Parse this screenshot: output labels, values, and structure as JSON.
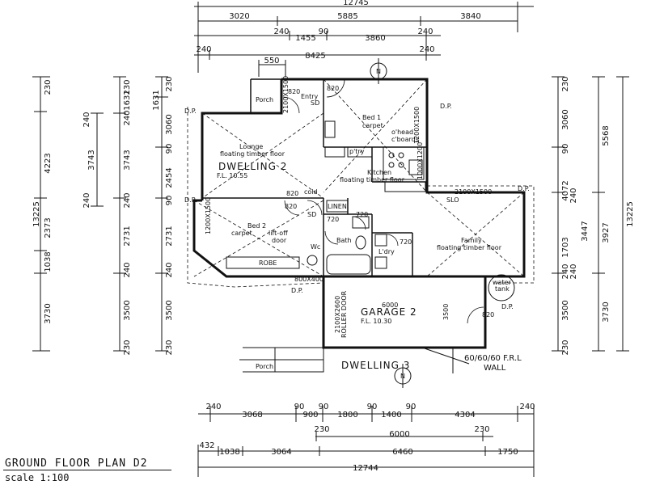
{
  "title": "GROUND FLOOR PLAN D2",
  "scale": "scale 1:100",
  "top_dims": {
    "overall": "12745",
    "row1": [
      "3020",
      "5885",
      "3840"
    ],
    "row2": [
      "240",
      "1455",
      "90",
      "3860",
      "240"
    ],
    "row3": [
      "240",
      "8425",
      "240"
    ],
    "porch_width": "550"
  },
  "bottom_dims": {
    "row1": [
      "240",
      "3068",
      "90",
      "900",
      "90",
      "1800",
      "90",
      "1400",
      "90",
      "4304",
      "240"
    ],
    "row2": [
      "230",
      "6000",
      "230"
    ],
    "row3": [
      "432",
      "1038",
      "3064",
      "6460",
      "1750"
    ],
    "overall": "12744"
  },
  "left_dims": {
    "outer": [
      "230",
      "4223",
      "2373",
      "1038",
      "3730"
    ],
    "outer_total": "13225",
    "middle_a": [
      "3743",
      "240",
      "240"
    ],
    "middle_b": [
      "230",
      "1631",
      "240",
      "3743",
      "240",
      "2731",
      "240",
      "3500",
      "230"
    ],
    "inner": [
      "230",
      "1631",
      "3060",
      "90",
      "2454",
      "90",
      "2731",
      "240",
      "3500",
      "230"
    ]
  },
  "right_dims": {
    "inner": [
      "230",
      "3060",
      "90",
      "4072",
      "1703",
      "240",
      "3500",
      "230"
    ],
    "middle": [
      "5568",
      "240",
      "3447",
      "3927",
      "240",
      "3730"
    ],
    "outer_total": "13225"
  },
  "rooms": {
    "entry": "Entry",
    "porch_top": "Porch",
    "bed1": "Bed 1",
    "bed1_floor": "carpet",
    "overhead": "o'head",
    "cboards": "c'boards",
    "pantry": "p'try",
    "lounge": "Lounge",
    "lounge_floor": "floating timber floor",
    "dwelling": "DWELLING 2",
    "fl1": "F.L. 10.55",
    "kitchen": "Kitchen",
    "kitchen_floor": "floating timber floor",
    "bed2": "Bed 2",
    "bed2_floor": "carpet",
    "liftoff": "lift-off",
    "door": "door",
    "robe": "ROBE",
    "linen": "LINEN",
    "bath": "Bath",
    "wc": "Wc",
    "ldry": "L'dry",
    "family": "Family",
    "family_floor": "floating timber floor",
    "garage": "GARAGE 2",
    "fl2": "F.L. 10.30",
    "roller": "ROLLER DOOR",
    "roller_size": "2100X2600",
    "water_tank": "water",
    "water_tank2": "tank",
    "dwelling3": "DWELLING 3",
    "porch_bottom": "Porch",
    "wall_note": "60/60/60 F.R.L",
    "wall_note2": "WALL",
    "dp": "D.P.",
    "sd": "SD",
    "slo": "SLO",
    "cold": "cold",
    "north": "N",
    "window1": "2100X1500",
    "window2": "1200X1500",
    "window3": "1000X1200",
    "window4": "2100X1500",
    "window5": "1200X1500",
    "win_small": "800X400",
    "d820a": "820",
    "d820b": "820",
    "d820c": "820",
    "d820d": "820",
    "d720a": "720",
    "d720b": "720",
    "d720c": "720",
    "d820e": "820",
    "d820f": "820",
    "d6000": "6000",
    "d3500": "3500"
  }
}
